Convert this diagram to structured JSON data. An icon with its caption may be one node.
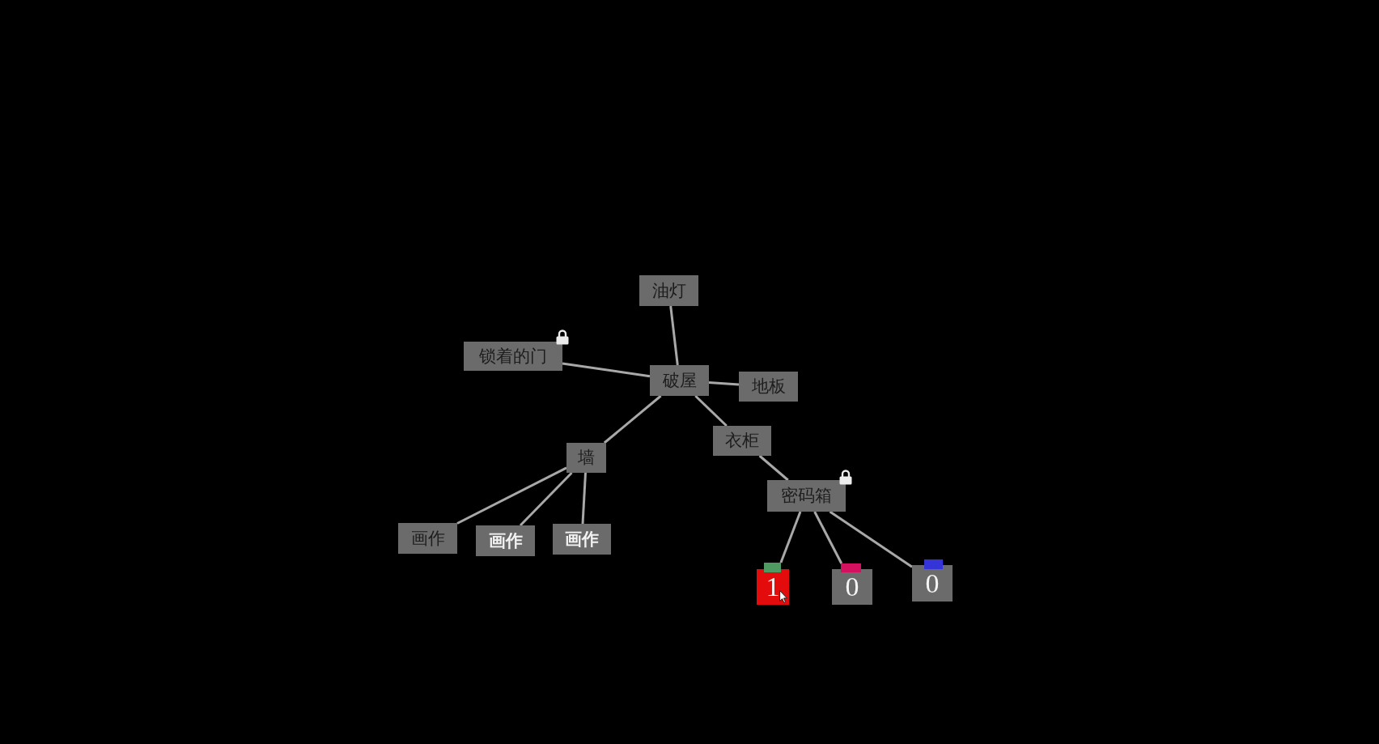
{
  "diagram": {
    "nodes": [
      {
        "text": [
          "油灯"
        ]
      },
      {
        "text": [
          "锁着的门"
        ]
      },
      {
        "text": [
          "破屋"
        ]
      },
      {
        "text": [
          "地板"
        ]
      },
      {
        "text": [
          "衣柜"
        ]
      },
      {
        "text": [
          "墙"
        ]
      },
      {
        "text": [
          "密码箱"
        ]
      },
      {
        "text": [
          "画作"
        ]
      },
      {
        "text": [
          "画作"
        ]
      },
      {
        "text": [
          "画作"
        ]
      },
      {
        "text": [
          "1"
        ]
      },
      {
        "text": [
          "0"
        ]
      },
      {
        "text": [
          "0"
        ]
      }
    ],
    "edges": [
      {
        "from": 0,
        "to": 2,
        "arrow": "none"
      },
      {
        "from": 1,
        "to": 2,
        "arrow": "none"
      },
      {
        "from": 2,
        "to": 3,
        "arrow": "none"
      },
      {
        "from": 2,
        "to": 5,
        "arrow": "none"
      },
      {
        "from": 2,
        "to": 4,
        "arrow": "none"
      },
      {
        "from": 4,
        "to": 6,
        "arrow": "none"
      },
      {
        "from": 5,
        "to": 7,
        "arrow": "none"
      },
      {
        "from": 5,
        "to": 8,
        "arrow": "none"
      },
      {
        "from": 5,
        "to": 9,
        "arrow": "none"
      },
      {
        "from": 6,
        "to": 10,
        "arrow": "none"
      },
      {
        "from": 6,
        "to": 11,
        "arrow": "none"
      },
      {
        "from": 6,
        "to": 12,
        "arrow": "none"
      }
    ]
  }
}
